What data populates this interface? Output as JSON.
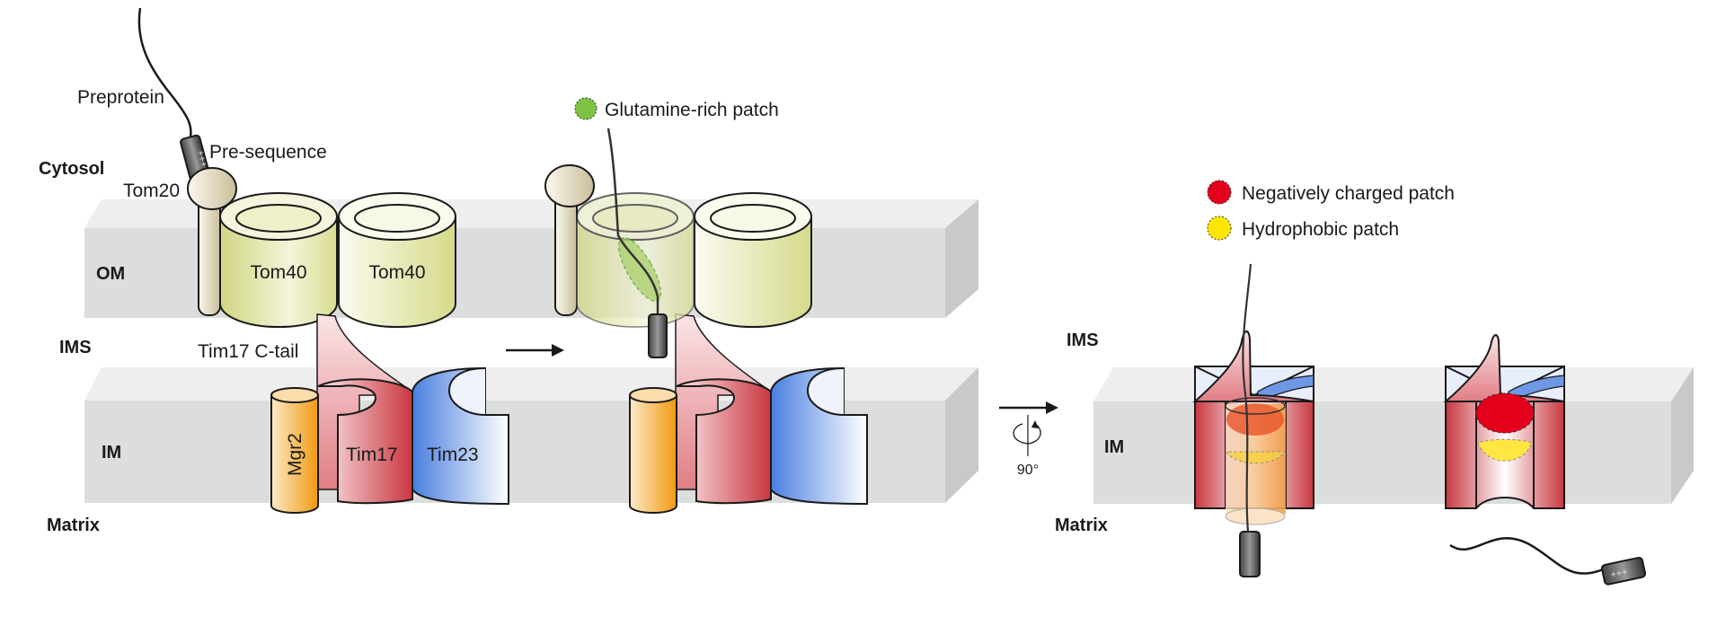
{
  "labels": {
    "preprotein": "Preprotein",
    "presequence": "Pre-sequence",
    "cytosol": "Cytosol",
    "tom20": "Tom20",
    "om": "OM",
    "tom40_a": "Tom40",
    "tom40_b": "Tom40",
    "ims": "IMS",
    "tim17_ctail": "Tim17 C-tail",
    "im": "IM",
    "matrix": "Matrix",
    "mgr2": "Mgr2",
    "tim17": "Tim17",
    "tim23": "Tim23",
    "ims_right": "IMS",
    "im_right": "IM",
    "matrix_right": "Matrix",
    "rotation": "90°",
    "charge": "+++"
  },
  "legend": {
    "glutamine": {
      "label": "Glutamine-rich patch",
      "color": "#7dc243"
    },
    "negative": {
      "label": "Negatively charged patch",
      "color": "#e2001a"
    },
    "hydrophobic": {
      "label": "Hydrophobic patch",
      "color": "#ffe600"
    }
  },
  "colors": {
    "tom40": "#d6da8a",
    "tim17": "#c9363f",
    "tim23": "#4a7fe0",
    "mgr2": "#f0a020",
    "tom20": "#d8cfb6",
    "membrane": "#dcdddd"
  }
}
